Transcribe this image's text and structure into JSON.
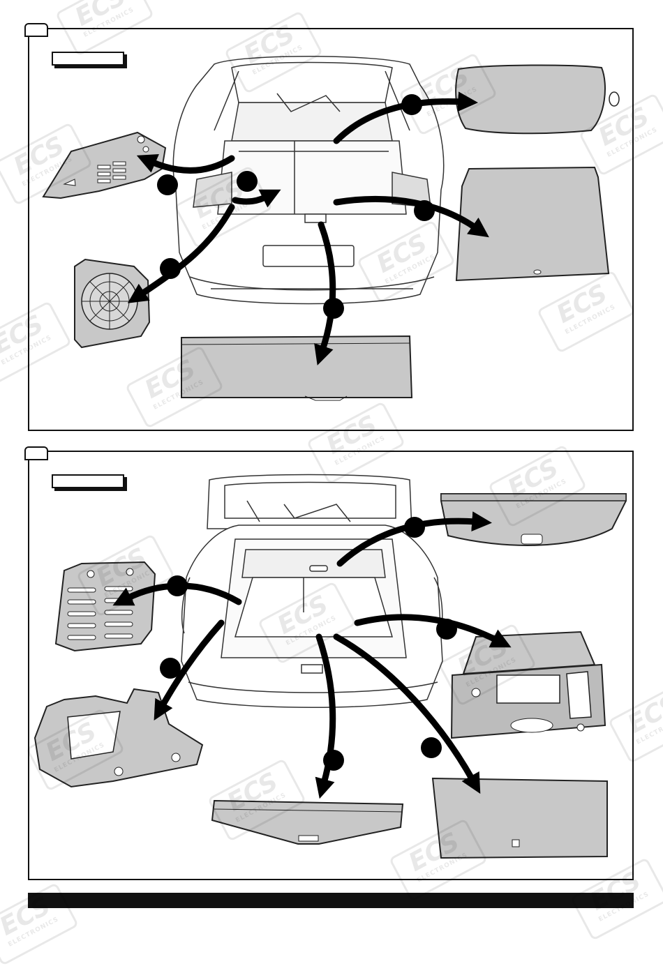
{
  "watermark": {
    "brand": "ECS",
    "sub": "ELECTRONICS"
  },
  "colors": {
    "panel_fill": "#c8c8c8",
    "panel_stroke": "#222222",
    "arrow": "#000000",
    "outline": "#111111"
  },
  "panels": [
    {
      "id": "panel-1",
      "label": "",
      "step_number": "",
      "parts": [
        "parcel-shelf",
        "left-side-trim-cover",
        "right-floor-panel",
        "speaker-grille",
        "sill-trim-panel"
      ]
    },
    {
      "id": "panel-2",
      "label": "",
      "step_number": "",
      "parts": [
        "load-cover",
        "left-side-trim-cover",
        "floor-panel-and-storage-tray",
        "left-side-trim-panel",
        "sill-trim-panel",
        "boot-floor-panel"
      ]
    }
  ]
}
